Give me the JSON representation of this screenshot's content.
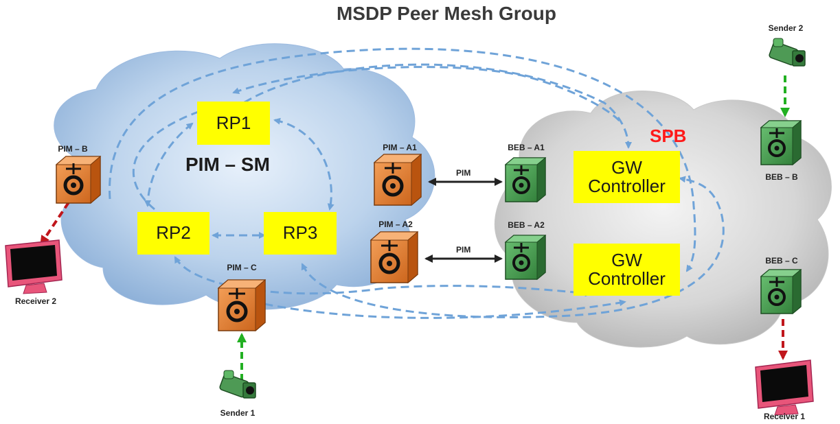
{
  "title": "MSDP Peer Mesh Group",
  "clouds": {
    "pim_sm": "PIM – SM",
    "spb": "SPB"
  },
  "rps": {
    "rp1": "RP1",
    "rp2": "RP2",
    "rp3": "RP3"
  },
  "gw_controllers": {
    "upper": "GW\nController",
    "lower": "GW\nController"
  },
  "devices": {
    "pim_b": "PIM – B",
    "pim_a1": "PIM – A1",
    "pim_a2": "PIM – A2",
    "pim_c": "PIM – C",
    "beb_a1": "BEB – A1",
    "beb_a2": "BEB – A2",
    "beb_b": "BEB – B",
    "beb_c": "BEB – C"
  },
  "endpoints": {
    "receiver_1": "Receiver 1",
    "receiver_2": "Receiver 2",
    "sender_1": "Sender 1",
    "sender_2": "Sender 2"
  },
  "links": {
    "pim_upper": "PIM",
    "pim_lower": "PIM"
  },
  "colors": {
    "rp_box": "#ffff00",
    "pim_router": "#e8823a",
    "beb_switch": "#3f9a4a",
    "msdp_dash": "#6fa3d8",
    "spb_label": "#ff1a1a",
    "receive_arrow": "#c0161c",
    "send_arrow": "#22b022"
  }
}
